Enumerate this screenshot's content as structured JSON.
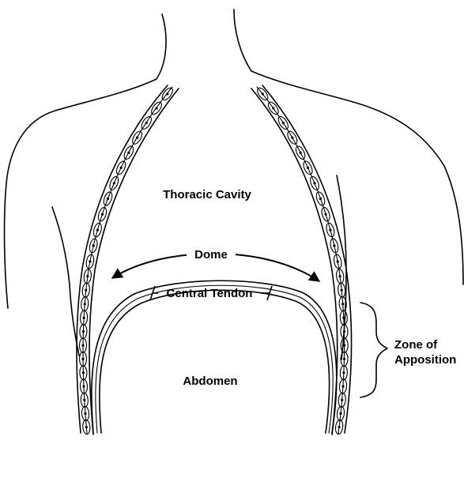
{
  "labels": {
    "thoracic_cavity": "Thoracic Cavity",
    "dome": "Dome",
    "central_tendon": "Central Tendon",
    "abdomen": "Abdomen",
    "zone_line1": "Zone of",
    "zone_line2": "Apposition"
  }
}
